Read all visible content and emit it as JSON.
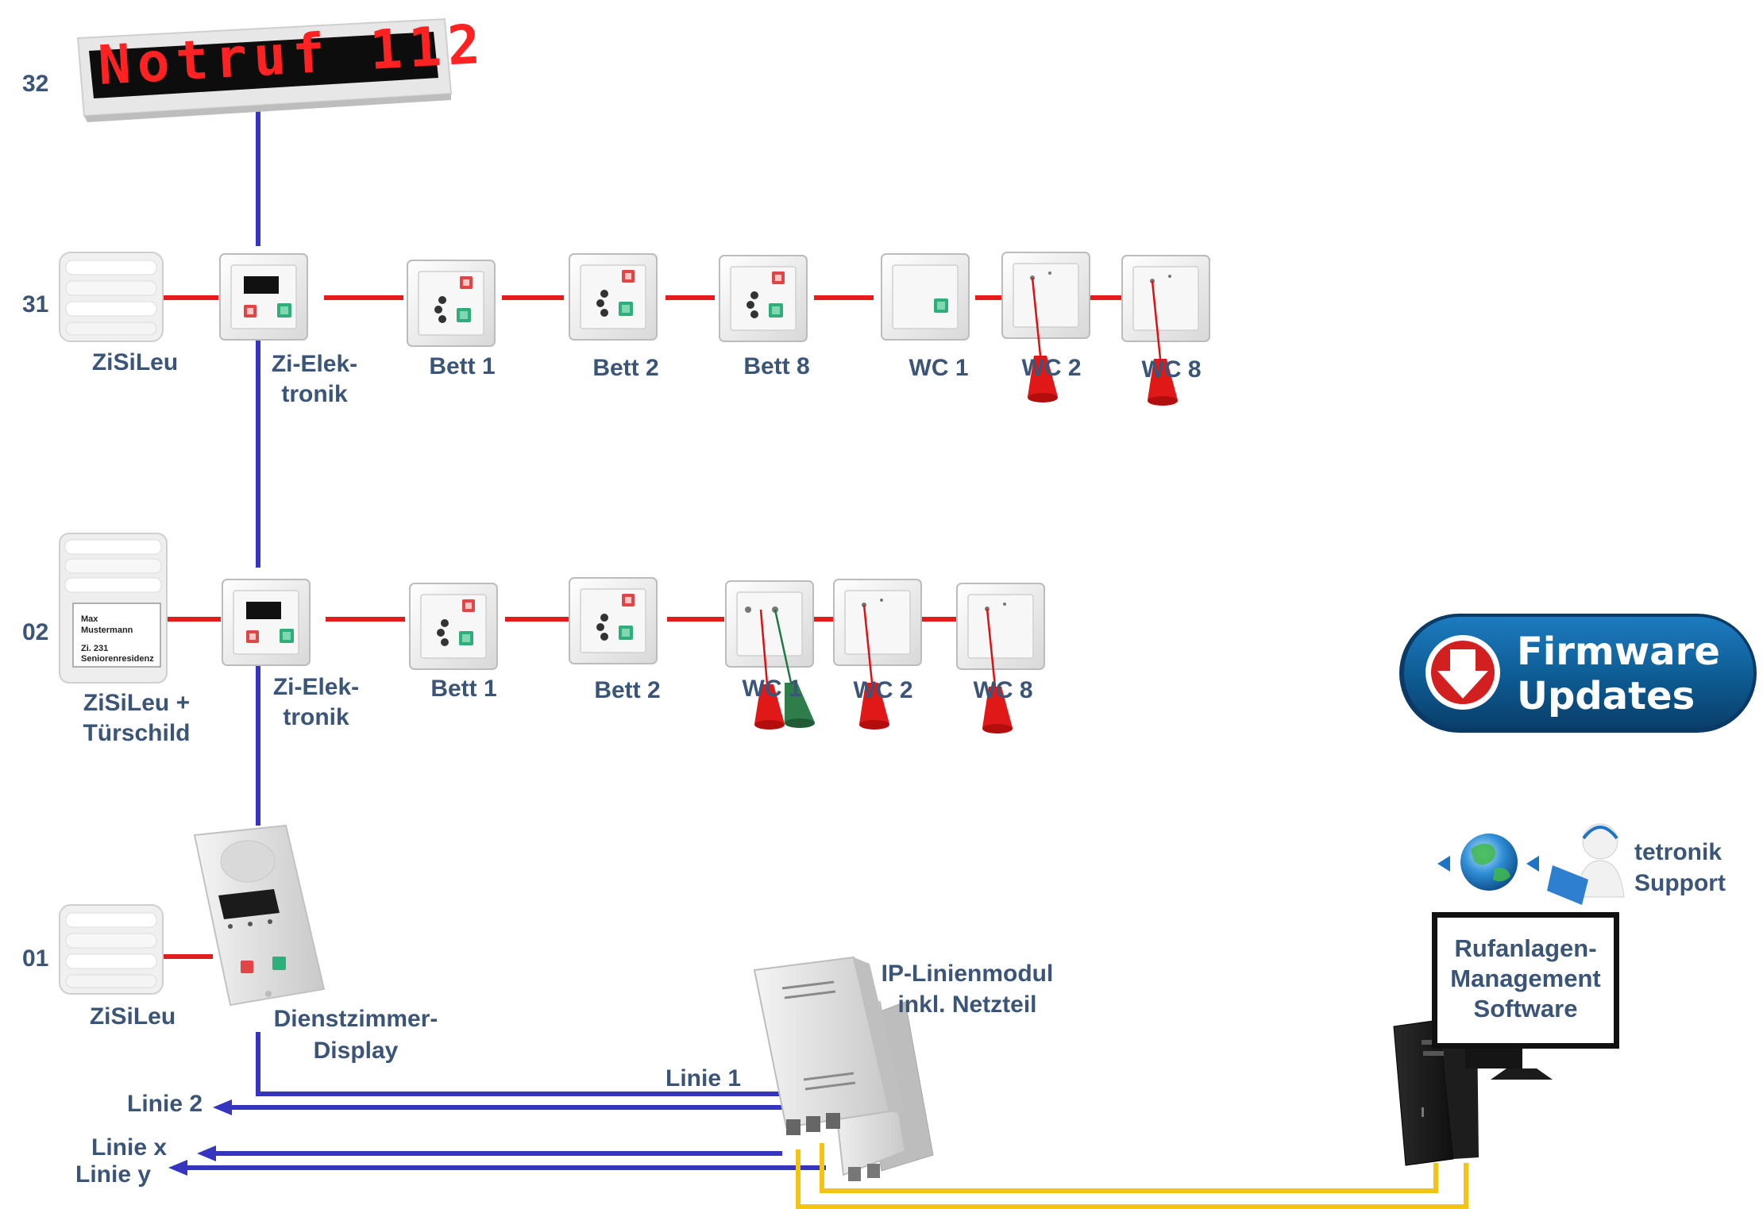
{
  "display": {
    "text": "Notruf 112"
  },
  "rows": {
    "r32": "32",
    "r31": "31",
    "r02": "02",
    "r01": "01"
  },
  "row31": {
    "zisileu": "ZiSiLeu",
    "zi_line1": "Zi-Elek-",
    "zi_line2": "tronik",
    "bett1": "Bett 1",
    "bett2": "Bett 2",
    "bett8": "Bett 8",
    "wc1": "WC 1",
    "wc2": "WC 2",
    "wc8": "WC 8"
  },
  "row02": {
    "zisileu_line1": "ZiSiLeu +",
    "zisileu_line2": "Türschild",
    "zi_line1": "Zi-Elek-",
    "zi_line2": "tronik",
    "bett1": "Bett 1",
    "bett2": "Bett 2",
    "wc1": "WC 1",
    "wc2": "WC 2",
    "wc8": "WC 8",
    "doorsign": {
      "l1": "Max",
      "l2": "Mustermann",
      "l3": "Zi. 231",
      "l4": "Seniorenresidenz"
    }
  },
  "row01": {
    "zisileu": "ZiSiLeu",
    "dz_line1": "Dienstzimmer-",
    "dz_line2": "Display"
  },
  "module": {
    "line1": "IP-Linienmodul",
    "line2": "inkl. Netzteil"
  },
  "lines": {
    "linie1": "Linie 1",
    "linie2": "Linie 2",
    "linieX": "Linie x",
    "linieY": "Linie y"
  },
  "firmware": {
    "line1": "Firmware",
    "line2": "Updates"
  },
  "support": {
    "line1": "tetronik",
    "line2": "Support"
  },
  "monitor": {
    "line1": "Rufanlagen-",
    "line2": "Management",
    "line3": "Software"
  },
  "colors": {
    "bus_blue": "#3535c0",
    "room_red": "#e51c1c",
    "lan_yellow": "#f2c413",
    "label": "#3b5578",
    "badge_blue": "#0f5a8f"
  }
}
